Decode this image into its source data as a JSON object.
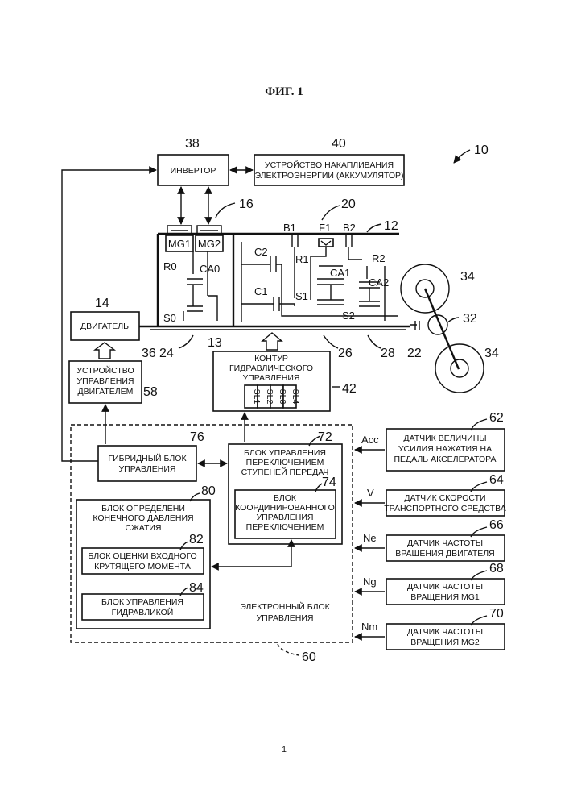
{
  "figure_title": "ФИГ. 1",
  "page_number": "1",
  "blocks": {
    "inverter": "ИНВЕРТОР",
    "storage": [
      "УСТРОЙСТВО НАКАПЛИВАНИЯ",
      "ЭЛЕКТРОЭНЕРГИИ (АККУМУЛЯТОР)"
    ],
    "engine": "ДВИГАТЕЛЬ",
    "engine_control": [
      "УСТРОЙСТВО",
      "УПРАВЛЕНИЯ",
      "ДВИГАТЕЛЕМ"
    ],
    "hydraulic": [
      "КОНТУР",
      "ГИДРАВЛИЧЕСКОГО",
      "УПРАВЛЕНИЯ"
    ],
    "solenoids": [
      "SL1",
      "SL2",
      "SL3",
      "SL4"
    ],
    "hybrid": [
      "ГИБРИДНЫЙ БЛОК",
      "УПРАВЛЕНИЯ"
    ],
    "shift": [
      "БЛОК УПРАВЛЕНИЯ",
      "ПЕРЕКЛЮЧЕНИЕМ",
      "СТУПЕНЕЙ ПЕРЕДАЧ"
    ],
    "coord": [
      "БЛОК",
      "КООРДИНИРОВАННОГО",
      "УПРАВЛЕНИЯ",
      "ПЕРЕКЛЮЧЕНИЕМ"
    ],
    "pressure": [
      "БЛОК ОПРЕДЕЛЕНИ",
      "КОНЕЧНОГО ДАВЛЕНИЯ",
      "СЖАТИЯ"
    ],
    "torque_est": [
      "БЛОК ОЦЕНКИ ВХОДНОГО",
      "КРУТЯЩЕГО МОМЕНТА"
    ],
    "hydraulic_ctrl": [
      "БЛОК УПРАВЛЕНИЯ",
      "ГИДРАВЛИКОЙ"
    ],
    "ecu": [
      "ЭЛЕКТРОННЫЙ БЛОК",
      "УПРАВЛЕНИЯ"
    ],
    "sensor_acc": [
      "ДАТЧИК ВЕЛИЧИНЫ",
      "УСИЛИЯ НАЖАТИЯ НА",
      "ПЕДАЛЬ АКСЕЛЕРАТОРА"
    ],
    "sensor_speed": [
      "ДАТЧИК СКОРОСТИ",
      "ТРАНСПОРТНОГО СРЕДСТВА"
    ],
    "sensor_ne": [
      "ДАТЧИК ЧАСТОТЫ",
      "ВРАЩЕНИЯ ДВИГАТЕЛЯ"
    ],
    "sensor_ng": [
      "ДАТЧИК ЧАСТОТЫ",
      "ВРАЩЕНИЯ MG1"
    ],
    "sensor_nm": [
      "ДАТЧИК ЧАСТОТЫ",
      "ВРАЩЕНИЯ MG2"
    ]
  },
  "signals": [
    "Acc",
    "V",
    "Ne",
    "Ng",
    "Nm"
  ],
  "components": [
    "MG1",
    "MG2",
    "R0",
    "CA0",
    "S0",
    "C2",
    "C1",
    "B1",
    "F1",
    "B2",
    "R1",
    "CA1",
    "S1",
    "R2",
    "CA2",
    "S2"
  ],
  "ref_numbers": {
    "n10": "10",
    "n12": "12",
    "n13": "13",
    "n14": "14",
    "n16": "16",
    "n20": "20",
    "n22": "22",
    "n24": "24",
    "n26": "26",
    "n28": "28",
    "n32": "32",
    "n34a": "34",
    "n34b": "34",
    "n36": "36",
    "n38": "38",
    "n40": "40",
    "n42": "42",
    "n58": "58",
    "n60": "60",
    "n62": "62",
    "n64": "64",
    "n66": "66",
    "n68": "68",
    "n70": "70",
    "n72": "72",
    "n74": "74",
    "n76": "76",
    "n80": "80",
    "n82": "82",
    "n84": "84"
  }
}
